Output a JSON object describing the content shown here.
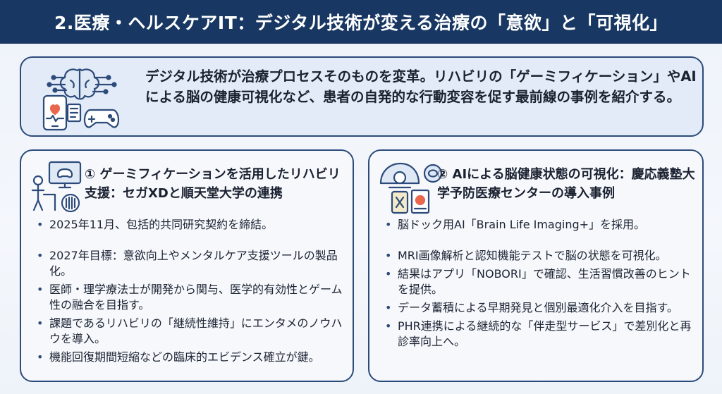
{
  "title": "2.医療・ヘルスケアIT：デジタル技術が変える治療の「意欲」と「可視化」",
  "intro": {
    "text": "デジタル技術が治療プロセスそのものを変革。リハビリの「ゲーミフィケーション」やAIによる脳の健康可視化など、患者の自発的な行動変容を促す最前線の事例を紹介する。",
    "icons": [
      "brain-circuit-icon",
      "smartphone-heart-icon",
      "game-controller-icon"
    ]
  },
  "cards": [
    {
      "heading": "① ゲーミフィケーションを活用したリハビリ支援：セガXDと順天堂大学の連携",
      "icon": "rehab-gaming-icon",
      "items": [
        "2025年11月、包括的共同研究契約を締結。",
        "2027年目標：意欲向上やメンタルケア支援ツールの製品化。",
        "医師・理学療法士が開発から関与、医学的有効性とゲーム性の融合を目指す。",
        "課題であるリハビリの「継続性維持」にエンタメのノウハウを導入。",
        "機能回復期間短縮などの臨床的エビデンス確立が鍵。"
      ]
    },
    {
      "heading": "② AIによる脳健康状態の可視化：慶応義塾大学予防医療センターの導入事例",
      "icon": "mri-brain-icon",
      "items": [
        "脳ドック用AI「Brain Life Imaging+」を採用。",
        "MRI画像解析と認知機能テストで脳の状態を可視化。",
        "結果はアプリ「NOBORI」で確認、生活習慣改善のヒントを提供。",
        "データ蓄積による早期発見と個別最適化介入を目指す。",
        "PHR連携による継続的な「伴走型サービス」で差別化と再診率向上へ。"
      ]
    }
  ],
  "colors": {
    "title_bg": "#183762",
    "border": "#2c4b7a",
    "intro_bg": "#e2ebf7"
  }
}
